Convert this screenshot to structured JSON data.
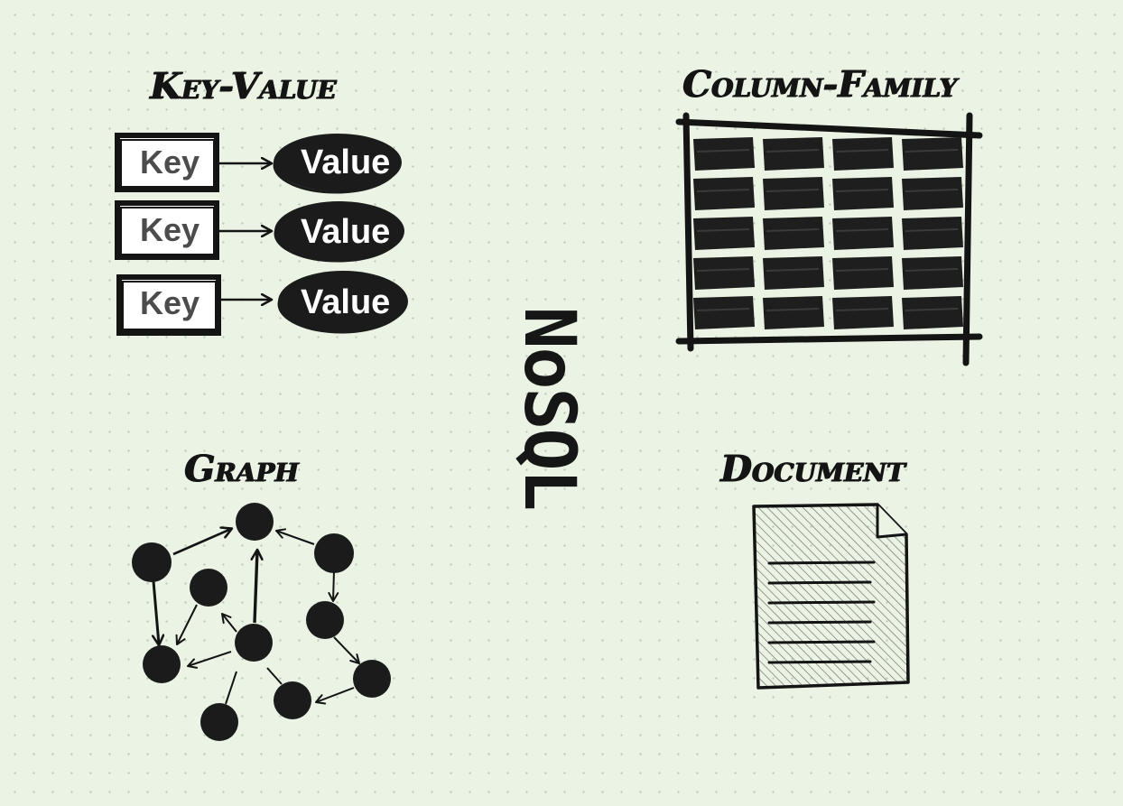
{
  "center_title": "NoSQL",
  "sections": {
    "key_value": {
      "title": "Key-Value",
      "pairs": [
        {
          "key": "Key",
          "value": "Value"
        },
        {
          "key": "Key",
          "value": "Value"
        },
        {
          "key": "Key",
          "value": "Value"
        }
      ]
    },
    "column_family": {
      "title": "Column-Family",
      "rows": 5,
      "columns": 4
    },
    "graph": {
      "title": "Graph",
      "node_count": 10
    },
    "document": {
      "title": "Document",
      "text_lines": 6
    }
  },
  "colors": {
    "background": "#eaf3e4",
    "ink": "#1a1a1a",
    "grid_dot": "#b9c7b3",
    "key_text": "#4c4c4c",
    "value_text": "#ffffff"
  }
}
